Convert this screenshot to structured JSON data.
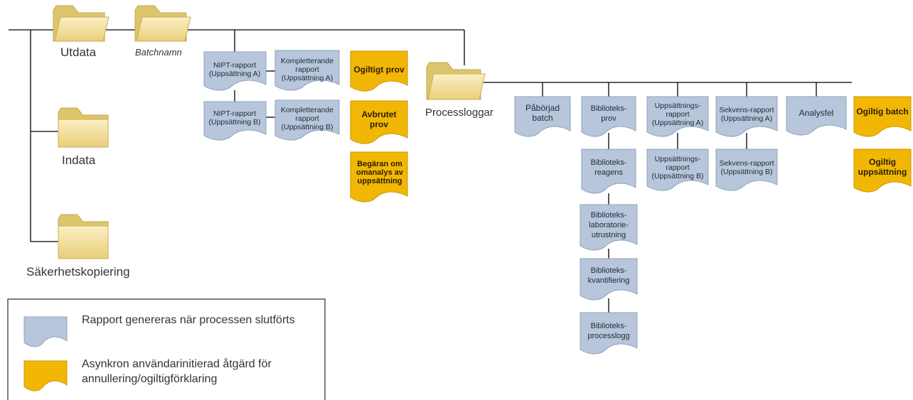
{
  "colors": {
    "report_fill": "#b7c6da",
    "report_stroke": "#8fa3bd",
    "async_fill": "#f2b705",
    "async_stroke": "#c99400",
    "folder_back": "#dcc56c",
    "folder_front": "#f5e3a3",
    "line": "#000000"
  },
  "folders": {
    "utdata": "Utdata",
    "batchnamn": "Batchnamn",
    "indata": "Indata",
    "sakerhetskopiering": "Säkerhetskopiering",
    "processloggar": "Processloggar"
  },
  "batch_reports": {
    "nipt_a": "NIPT-rapport (Uppsättning A)",
    "komp_a": "Kompletterande rapport (Uppsättning A)",
    "nipt_b": "NIPT-rapport (Uppsättning B)",
    "komp_b": "Kompletterande rapport (Uppsättning B)"
  },
  "batch_async": {
    "ogiltigt_prov": "Ogiltigt prov",
    "avbrutet_prov": "Avbrutet prov",
    "begaran": "Begäran om omanalys av uppsättning"
  },
  "process_logs": {
    "paborjad_batch": "Påbörjad batch",
    "biblioteks_prov": "Biblioteks-prov",
    "biblioteks_reagens": "Biblioteks-reagens",
    "biblioteks_laboratorie": "Biblioteks-laboratorie-utrustning",
    "biblioteks_kvantifiering": "Biblioteks-kvantifiering",
    "biblioteks_processlogg": "Biblioteks-processlogg",
    "uppsattnings_a": "Uppsättnings-rapport (Uppsättning A)",
    "uppsattnings_b": "Uppsättnings-rapport (Uppsättning B)",
    "sekvens_a": "Sekvens-rapport (Uppsättning A)",
    "sekvens_b": "Sekvens-rapport (Uppsättning B)",
    "analysfel": "Analysfel"
  },
  "process_async": {
    "ogiltig_batch": "Ogiltig batch",
    "ogiltig_uppsattning": "Ogiltig uppsättning"
  },
  "legend": {
    "report_text": "Rapport genereras när processen slutförts",
    "async_text": "Asynkron användarinitierad åtgärd för annullering/ogiltigförklaring"
  }
}
